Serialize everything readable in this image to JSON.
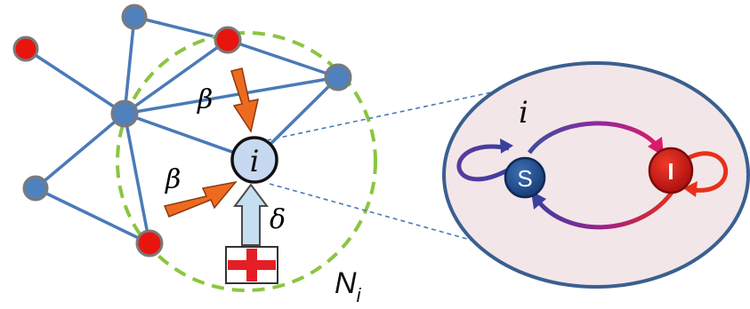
{
  "network": {
    "center_label": "i",
    "neighborhood_label": "N",
    "neighborhood_subscript": "i",
    "infection_rate_label": "β",
    "recovery_rate_label": "δ"
  },
  "state_model": {
    "node_label": "i",
    "susceptible_label": "S",
    "infected_label": "I"
  },
  "colors": {
    "edge": "#4a7ab8",
    "node_blue": "#4f81bd",
    "node_red": "#e8150f",
    "node_border": "#7a7a7a",
    "neighborhood": "#8bc540",
    "arrow_orange": "#ee6a1f",
    "arrow_recovery": "#c6dff0",
    "ellipse_fill": "#f3e6e8",
    "ellipse_border": "#3a5f8f",
    "state_s": "#1f4e8c",
    "state_i": "#d00f0f"
  }
}
